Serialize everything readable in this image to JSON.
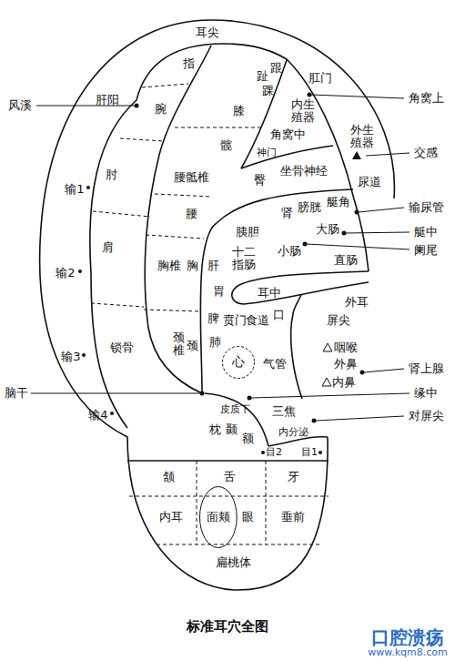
{
  "diagram": {
    "caption": "标准耳穴全图",
    "nodes": [
      {
        "text": [
          "心"
        ]
      },
      {
        "text": [
          "面颊"
        ]
      }
    ],
    "labels": [
      "耳尖",
      "指",
      "趾",
      "跟",
      "踝",
      "肛门",
      "角窝上",
      "膝",
      "内生殖器",
      "外生殖器",
      "交感",
      "风溪",
      "肝阳",
      "腕",
      "髋",
      "角窝中",
      "神门",
      "坐骨神经",
      "腰骶椎",
      "臀",
      "膀胱",
      "艇角",
      "尿道",
      "输尿管",
      "肾",
      "艇中",
      "大肠",
      "阑尾",
      "肘",
      "腰",
      "胰胆",
      "小肠",
      "十二指肠",
      "直肠",
      "输1",
      "肩",
      "胸椎",
      "胸",
      "肝",
      "胃",
      "耳中",
      "外耳",
      "输2",
      "口",
      "贲门",
      "食道",
      "脾",
      "屏尖",
      "肺",
      "锁骨",
      "颈椎",
      "颈",
      "咽喉",
      "输3",
      "气管",
      "外鼻",
      "肾上腺",
      "内鼻",
      "脑干",
      "缘中",
      "皮质下",
      "枕",
      "颞",
      "额",
      "三焦",
      "内分泌",
      "对屏尖",
      "输4",
      "目2",
      "目1",
      "颔",
      "舌",
      "牙",
      "内耳",
      "眼",
      "垂前",
      "扁桃体",
      "口腔溃疡",
      "www.kqm8.com"
    ]
  }
}
